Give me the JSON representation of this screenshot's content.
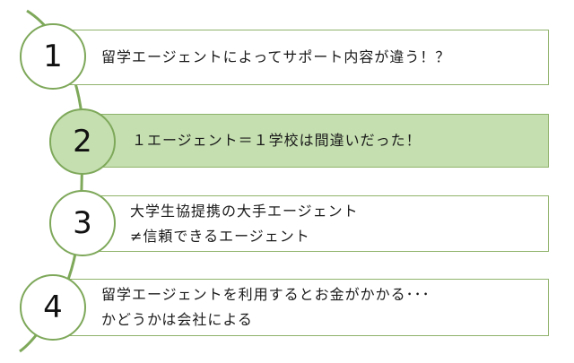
{
  "items": [
    {
      "number": "1",
      "lines": [
        "留学エージェントによってサポート内容が違う！？"
      ]
    },
    {
      "number": "2",
      "lines": [
        "１エージェント＝１学校は間違いだった！"
      ]
    },
    {
      "number": "3",
      "lines": [
        "大学生協提携の大手エージェント",
        "≠信頼できるエージェント"
      ]
    },
    {
      "number": "4",
      "lines": [
        "留学エージェントを利用するとお金がかかる･･･",
        "かどうかは会社による"
      ]
    }
  ],
  "colors": {
    "accent": "#7ea85a",
    "highlight_fill": "#c5dfb0",
    "box_border": "#8fb36b"
  },
  "highlighted_index": 1
}
